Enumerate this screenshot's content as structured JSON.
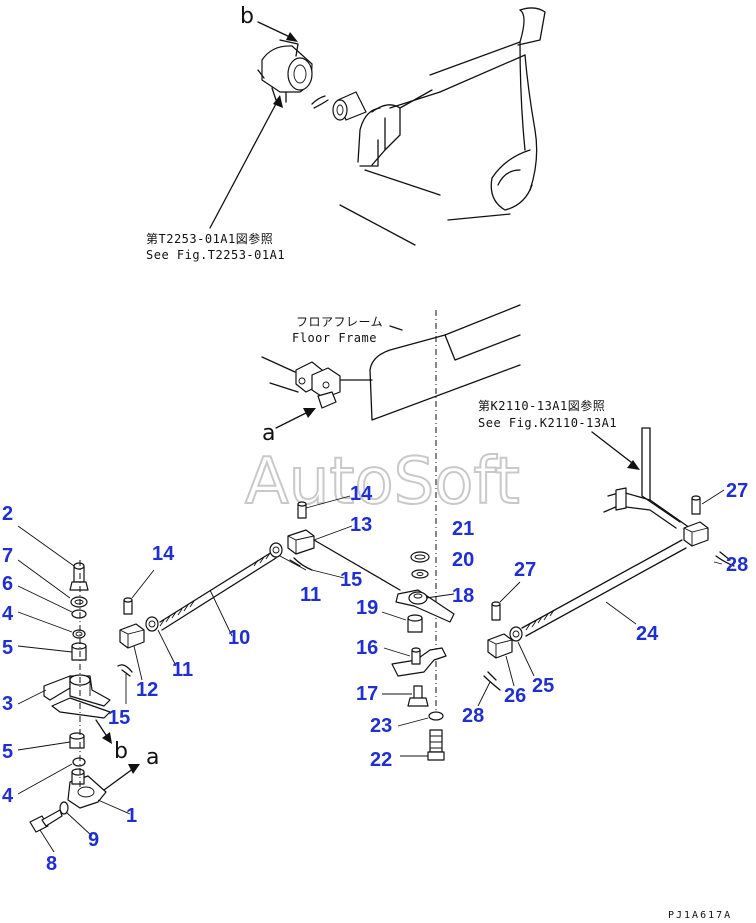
{
  "watermark": "AutoSoft",
  "drawing_code": "PJ1A617A",
  "notes": {
    "ref_t2253_jp": "第T2253-01A1図参照",
    "ref_t2253_en": "See Fig.T2253-01A1",
    "floor_frame_jp": "フロアフレーム",
    "floor_frame_en": "Floor Frame",
    "ref_k2110_jp": "第K2110-13A1図参照",
    "ref_k2110_en": "See Fig.K2110-13A1"
  },
  "arrow_labels": {
    "b_top": "b",
    "a_floor": "a",
    "b_lower": "b",
    "a_lower": "a"
  },
  "callouts": [
    {
      "id": "c2",
      "text": "2"
    },
    {
      "id": "c7",
      "text": "7"
    },
    {
      "id": "c6",
      "text": "6"
    },
    {
      "id": "c4a",
      "text": "4"
    },
    {
      "id": "c5a",
      "text": "5"
    },
    {
      "id": "c3",
      "text": "3"
    },
    {
      "id": "c5b",
      "text": "5"
    },
    {
      "id": "c4b",
      "text": "4"
    },
    {
      "id": "c8",
      "text": "8"
    },
    {
      "id": "c9",
      "text": "9"
    },
    {
      "id": "c1",
      "text": "1"
    },
    {
      "id": "c14a",
      "text": "14"
    },
    {
      "id": "c12",
      "text": "12"
    },
    {
      "id": "c11a",
      "text": "11"
    },
    {
      "id": "c15a",
      "text": "15"
    },
    {
      "id": "c10",
      "text": "10"
    },
    {
      "id": "c14b",
      "text": "14"
    },
    {
      "id": "c13",
      "text": "13"
    },
    {
      "id": "c11b",
      "text": "11"
    },
    {
      "id": "c15b",
      "text": "15"
    },
    {
      "id": "c21",
      "text": "21"
    },
    {
      "id": "c20",
      "text": "20"
    },
    {
      "id": "c18",
      "text": "18"
    },
    {
      "id": "c19",
      "text": "19"
    },
    {
      "id": "c16",
      "text": "16"
    },
    {
      "id": "c17",
      "text": "17"
    },
    {
      "id": "c23",
      "text": "23"
    },
    {
      "id": "c22",
      "text": "22"
    },
    {
      "id": "c27a",
      "text": "27"
    },
    {
      "id": "c27b",
      "text": "27"
    },
    {
      "id": "c28a",
      "text": "28"
    },
    {
      "id": "c24",
      "text": "24"
    },
    {
      "id": "c25",
      "text": "25"
    },
    {
      "id": "c26",
      "text": "26"
    },
    {
      "id": "c28b",
      "text": "28"
    }
  ]
}
